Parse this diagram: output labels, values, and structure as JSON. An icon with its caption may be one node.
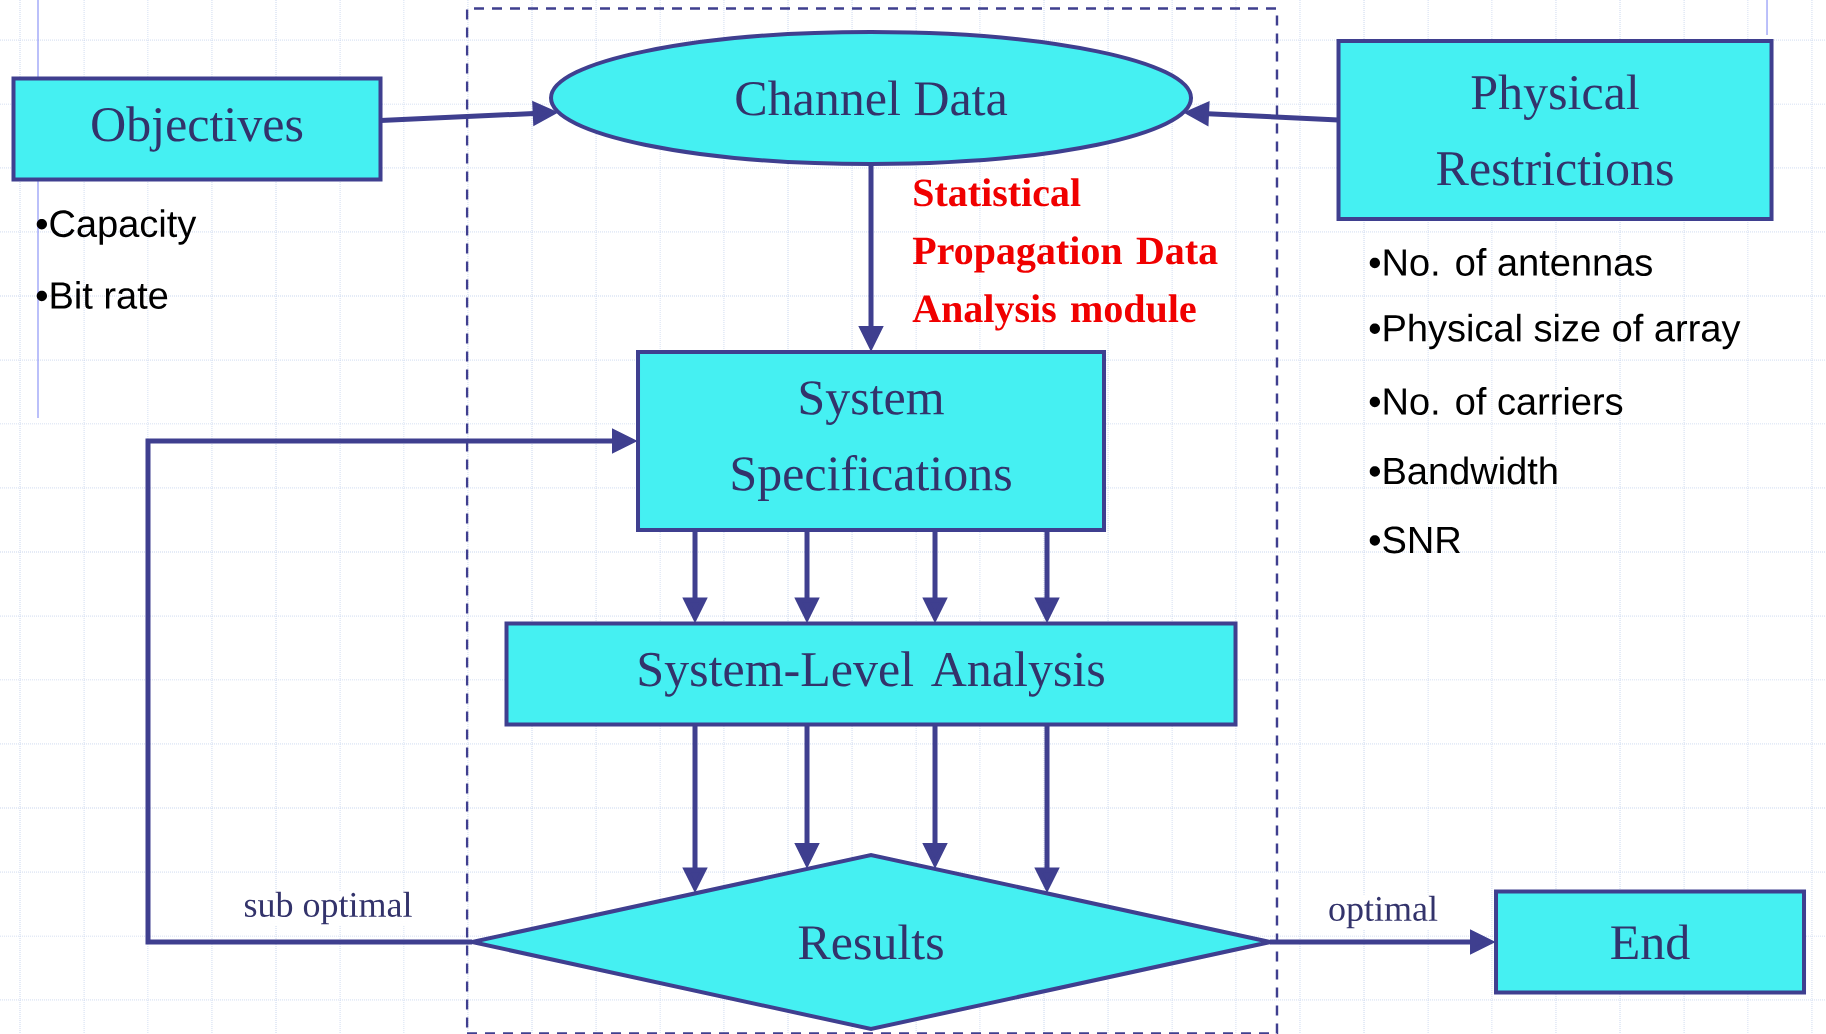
{
  "diagram": {
    "nodes": [
      {
        "text": [
          "Statistical Propagation Data Analysis module"
        ]
      },
      {
        "text": [
          "Objectives"
        ],
        "beside": [
          "•Capacity",
          "•Bit rate"
        ]
      },
      {
        "text": [
          "Channel Data"
        ],
        "in": 0
      },
      {
        "text": [
          "Physical Restrictions"
        ],
        "beside": [
          "•No. of antennas",
          "•Physical size of array",
          "•No. of carriers",
          "•Bandwidth",
          "•SNR"
        ]
      },
      {
        "text": [
          "System Specifications"
        ],
        "in": 0
      },
      {
        "text": [
          "System-Level Analysis"
        ],
        "in": 0
      },
      {
        "text": [
          "Results"
        ],
        "in": 0
      },
      {
        "text": [
          "End"
        ]
      }
    ],
    "edges": [
      {
        "from": 1,
        "to": 2,
        "arrow": "to"
      },
      {
        "from": 3,
        "to": 2,
        "arrow": "to"
      },
      {
        "from": 2,
        "to": 4,
        "arrow": "to"
      },
      {
        "from": 4,
        "to": 5,
        "arrow": "to"
      },
      {
        "from": 4,
        "to": 5,
        "arrow": "to"
      },
      {
        "from": 4,
        "to": 5,
        "arrow": "to"
      },
      {
        "from": 4,
        "to": 5,
        "arrow": "to"
      },
      {
        "from": 5,
        "to": 6,
        "arrow": "to"
      },
      {
        "from": 5,
        "to": 6,
        "arrow": "to"
      },
      {
        "from": 5,
        "to": 6,
        "arrow": "to"
      },
      {
        "from": 5,
        "to": 6,
        "arrow": "to"
      },
      {
        "from": 6,
        "to": 4,
        "arrow": "to",
        "label": "sub optimal"
      },
      {
        "from": 6,
        "to": 7,
        "arrow": "to",
        "label": "optimal"
      }
    ]
  }
}
